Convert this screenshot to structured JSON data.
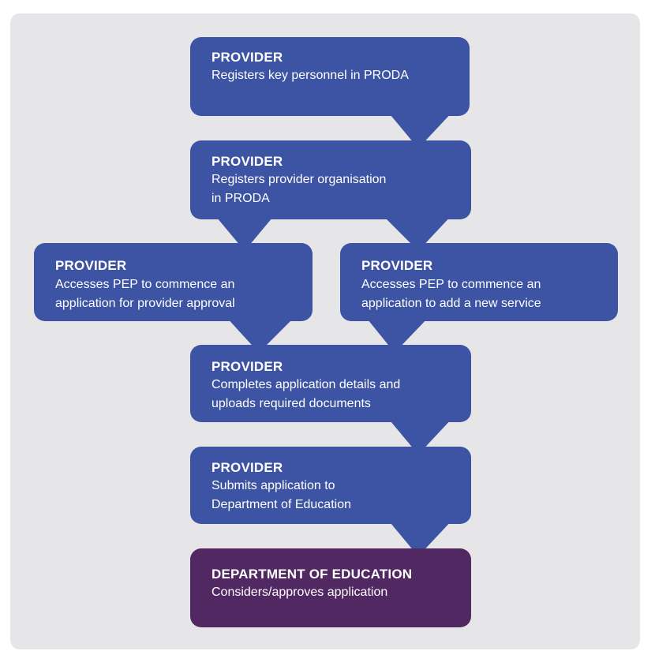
{
  "colors": {
    "panel": "#e6e6e8",
    "provider_box": "#3d53a3",
    "department_box": "#512862",
    "text": "#ffffff"
  },
  "steps": [
    {
      "actor": "PROVIDER",
      "lines": [
        "Registers key personnel in PRODA"
      ]
    },
    {
      "actor": "PROVIDER",
      "lines": [
        "Registers provider organisation",
        "in PRODA"
      ]
    },
    {
      "actor": "PROVIDER",
      "lines": [
        "Accesses PEP to commence an",
        "application for provider approval"
      ]
    },
    {
      "actor": "PROVIDER",
      "lines": [
        "Accesses PEP to commence an",
        "application to add a new service"
      ]
    },
    {
      "actor": "PROVIDER",
      "lines": [
        "Completes application details and",
        "uploads required documents"
      ]
    },
    {
      "actor": "PROVIDER",
      "lines": [
        "Submits application to",
        "Department of Education"
      ]
    },
    {
      "actor": "DEPARTMENT OF EDUCATION",
      "lines": [
        "Considers/approves application"
      ]
    }
  ]
}
